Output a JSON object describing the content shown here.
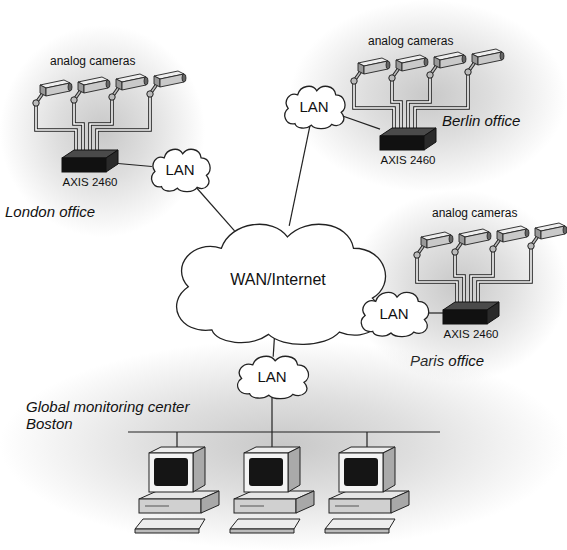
{
  "diagram": {
    "nodes": [
      {
        "text": [
          "London office"
        ]
      },
      {
        "text": [
          "AXIS 2460"
        ],
        "in": 0
      },
      {
        "text": [
          "LAN"
        ]
      },
      {
        "text": [
          "Berlin office"
        ]
      },
      {
        "text": [
          "AXIS 2460"
        ],
        "in": 3
      },
      {
        "text": [
          "LAN"
        ]
      },
      {
        "text": [
          "WAN/Internet"
        ]
      },
      {
        "text": [
          "Paris office"
        ]
      },
      {
        "text": [
          "AXIS 2460"
        ],
        "in": 7
      },
      {
        "text": [
          "LAN"
        ]
      },
      {
        "text": [
          "Global monitoring center Boston"
        ]
      },
      {
        "text": [
          "LAN"
        ],
        "in": 10
      }
    ],
    "edges": [
      {
        "from": 1,
        "to": 2,
        "arrow": "none"
      },
      {
        "from": 2,
        "to": 6,
        "arrow": "none"
      },
      {
        "from": 4,
        "to": 5,
        "arrow": "none"
      },
      {
        "from": 5,
        "to": 6,
        "arrow": "none"
      },
      {
        "from": 6,
        "to": 9,
        "arrow": "none"
      },
      {
        "from": 9,
        "to": 8,
        "arrow": "none"
      },
      {
        "from": 6,
        "to": 11,
        "arrow": "none"
      }
    ],
    "labels": [
      "analog cameras",
      "analog cameras",
      "analog cameras"
    ]
  }
}
